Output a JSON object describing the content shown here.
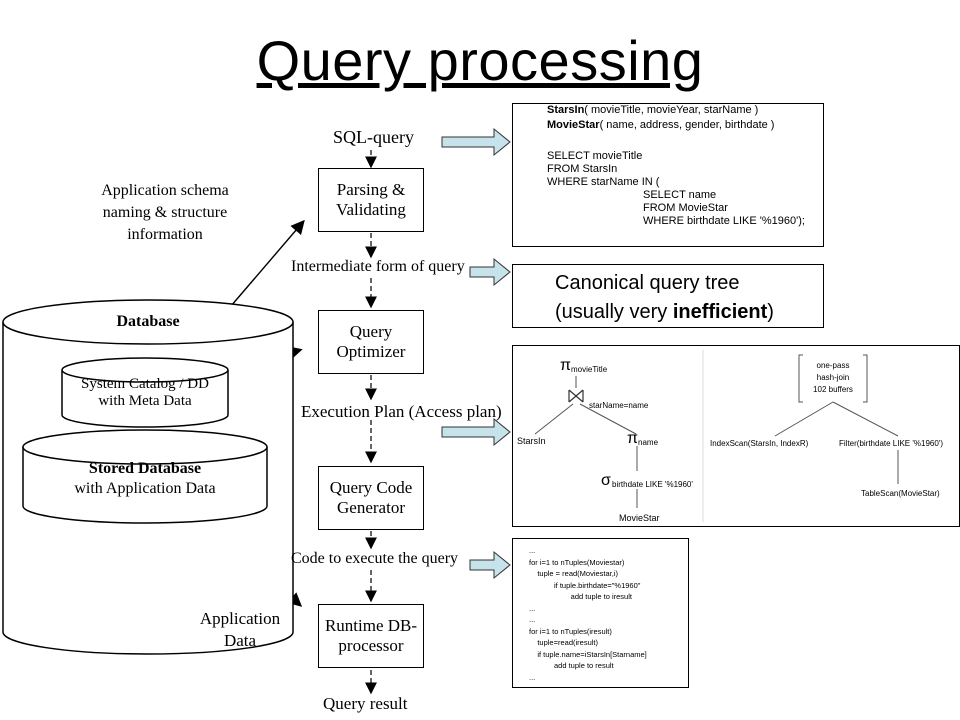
{
  "title": "Query processing",
  "flow": {
    "sql_query": "SQL-query",
    "parsing": [
      "Parsing &",
      "Validating"
    ],
    "intermediate": "Intermediate form of query",
    "optimizer": [
      "Query",
      "Optimizer"
    ],
    "execution_plan": "Execution Plan (Access plan)",
    "codegen": [
      "Query Code",
      "Generator"
    ],
    "code_exec": "Code to execute the query",
    "runtime": [
      "Runtime DB-",
      "processor"
    ],
    "result": "Query result"
  },
  "side": {
    "schema_info": [
      "Application schema",
      "naming & structure",
      "information"
    ],
    "database": "Database",
    "catalog": [
      "System Catalog / DD",
      "with Meta Data"
    ],
    "stored": [
      "Stored Database",
      "with Application Data"
    ],
    "app_data": [
      "Application",
      "Data"
    ]
  },
  "sql_panel": {
    "schema1_name": "StarsIn",
    "schema1_attrs": "( movieTitle, movieYear, starName )",
    "schema2_name": "MovieStar",
    "schema2_attrs": "( name, address, gender, birthdate )",
    "lines": [
      "SELECT movieTitle",
      "FROM StarsIn",
      "WHERE starName IN (",
      "SELECT name",
      "FROM MovieStar",
      "WHERE birthdate LIKE '%1960');"
    ]
  },
  "canonical": {
    "line1": "Canonical query tree",
    "line2_pre": "(usually very ",
    "line2_bold": "inefficient",
    "line2_post": ")"
  },
  "tree": {
    "pi_top_sub": "movieTitle",
    "join_cond": "starName=name",
    "starsin": "StarsIn",
    "pi_name_sub": "name",
    "sigma_sub": "birthdate LIKE '%1960'",
    "moviestar": "MovieStar"
  },
  "plan": {
    "root": [
      "one-pass",
      "hash-join",
      "102 buffers"
    ],
    "left": "IndexScan(StarsIn, IndexR)",
    "right": "Filter(birthdate LIKE '%1960')",
    "bottom": "TableScan(MovieStar)"
  },
  "code_lines": [
    "...",
    "for i=1 to nTuples(Moviestar)",
    "    tuple = read(Moviestar,i)",
    "            if tuple.birthdate=\"%1960\"",
    "                    add tuple to iresult",
    "...",
    "...",
    "for i=1 to nTuples(iresult)",
    "    tuple=read(iresult)",
    "    if tuple.name=iStarsIn[Starname]",
    "            add tuple to result",
    "..."
  ]
}
